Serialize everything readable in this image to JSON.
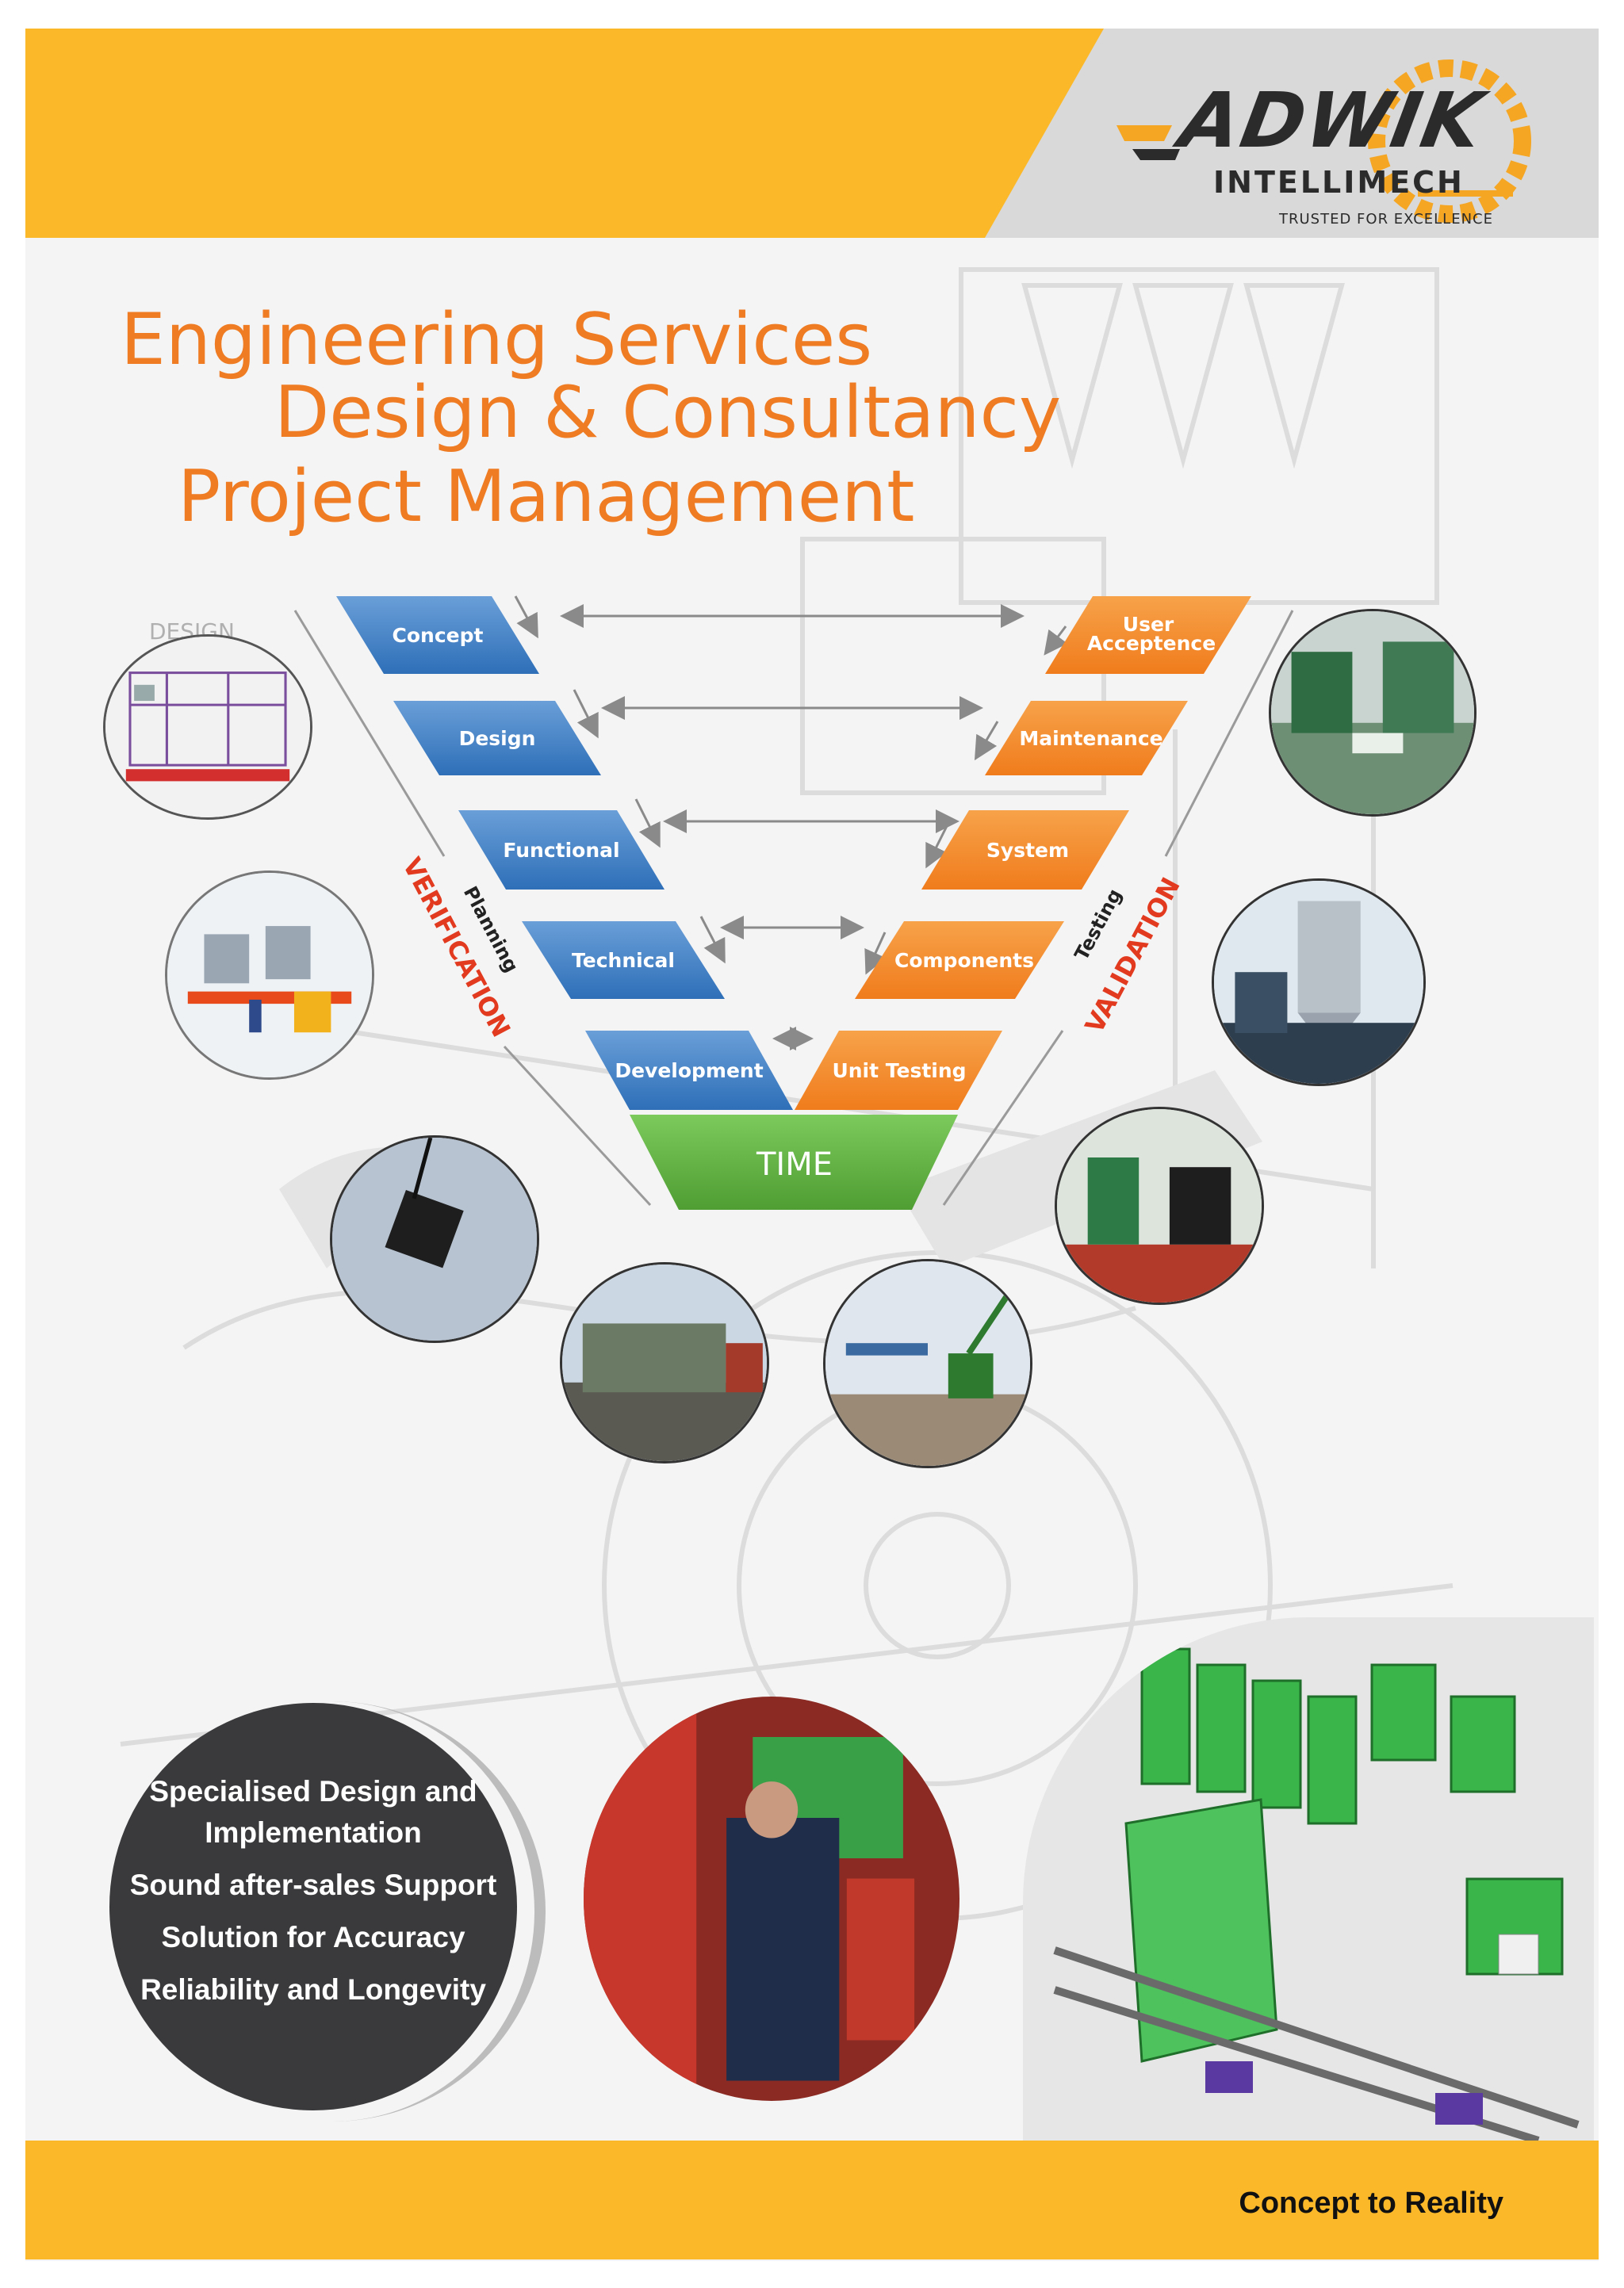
{
  "colors": {
    "header_yellow": "#fbb829",
    "header_grey": "#d7d7d7",
    "title_orange": "#ef7b22",
    "blue_box": "#2e6fb8",
    "orange_box": "#f08a24",
    "green_time": "#5aab3c",
    "red_label": "#e23a1e",
    "dark_circle": "#3a3a3c"
  },
  "logo": {
    "name": "ADWIK",
    "subtitle": "INTELLIMECH",
    "tagline": "TRUSTED FOR EXCELLENCE"
  },
  "titles": {
    "line1": "Engineering Services",
    "line2": "Design & Consultancy",
    "line3": "Project Management"
  },
  "vmodel": {
    "left": [
      "Concept",
      "Design",
      "Functional",
      "Technical",
      "Development"
    ],
    "right": [
      "User Acceptence",
      "Maintenance",
      "System",
      "Components",
      "Unit Testing"
    ],
    "base": "TIME",
    "left_axis": "VERIFICATION",
    "left_sub": "Planning",
    "right_axis": "VALIDATION",
    "right_sub": "Testing",
    "corner_label": "DESIGN"
  },
  "photos": [
    {
      "name": "cad-layout-photo"
    },
    {
      "name": "plant-interior-photo"
    },
    {
      "name": "3d-model-photo"
    },
    {
      "name": "silo-structure-photo"
    },
    {
      "name": "crane-lift-photo"
    },
    {
      "name": "factory-floor-photo"
    },
    {
      "name": "truck-transport-photo"
    },
    {
      "name": "site-erection-photo"
    },
    {
      "name": "technician-panel-photo"
    }
  ],
  "features": [
    "Specialised Design and",
    "Implementation",
    "Sound after-sales Support",
    "Solution for Accuracy",
    "Reliability and Longevity"
  ],
  "footer": {
    "slogan": "Concept to Reality"
  }
}
